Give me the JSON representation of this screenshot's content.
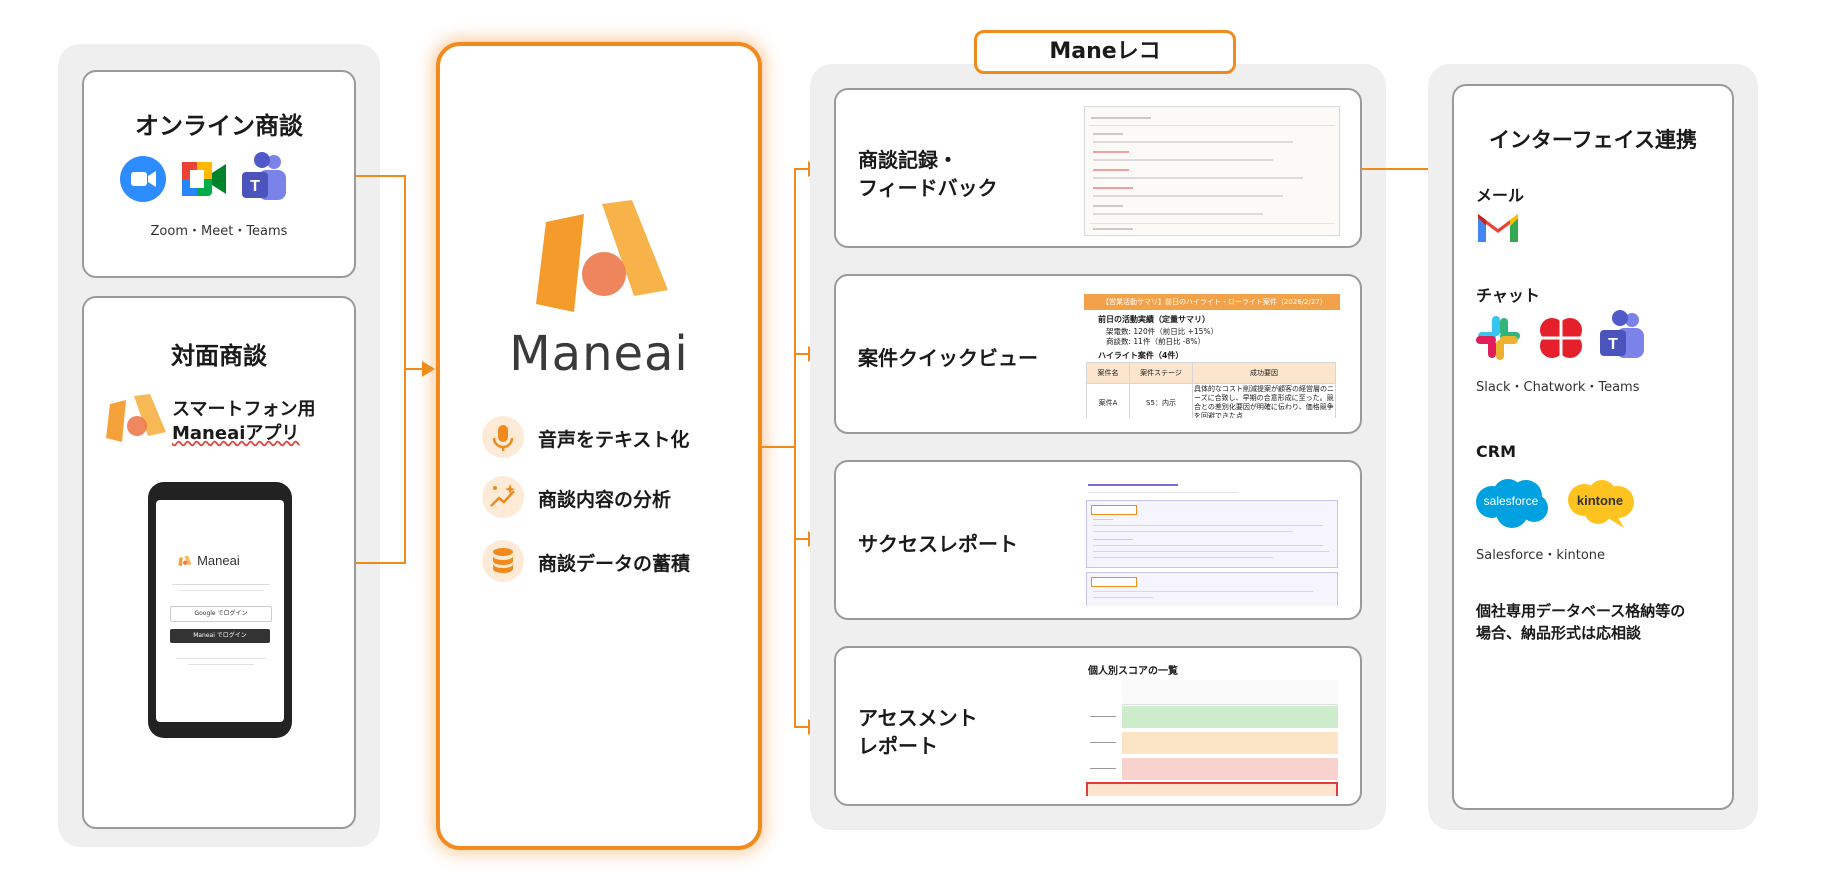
{
  "colors": {
    "accent": "#f08a1c",
    "panel": "#efefef"
  },
  "left": {
    "online": {
      "title": "オンライン商談",
      "caption": "Zoom・Meet・Teams",
      "icons": [
        "zoom-icon",
        "google-meet-icon",
        "teams-icon"
      ]
    },
    "inperson": {
      "title": "対面商談",
      "app_line1": "スマートフォン用",
      "app_line2": "Maneaiアプリ",
      "phone": {
        "logo": "Maneai",
        "google_btn": "Google でログイン",
        "second_btn": "Maneai でログイン"
      }
    }
  },
  "center": {
    "brand": "Maneai",
    "features": [
      {
        "icon": "microphone-icon",
        "label": "音声をテキスト化"
      },
      {
        "icon": "sparkle-chart-icon",
        "label": "商談内容の分析"
      },
      {
        "icon": "database-icon",
        "label": "商談データの蓄積"
      }
    ]
  },
  "maneleco": {
    "tab": "Maneレコ",
    "items": [
      {
        "label_line1": "商談記録・",
        "label_line2": "フィードバック"
      },
      {
        "label_line1": "案件クイックビュー",
        "label_line2": "",
        "thumb": {
          "header": "【営業活動サマリ】前日のハイライト・ローライト案件（2026/2/27）",
          "sub": "前日の活動実績（定量サマリ）",
          "stat1": "架電数: 120件（前日比 +15%）",
          "stat2": "商談数: 11件（前日比 -8%）",
          "highlight": "ハイライト案件（4件）",
          "cols": [
            "案件名",
            "案件ステージ",
            "成功要因"
          ],
          "row": [
            "案件A",
            "S5：内示",
            "具体的なコスト削減提案が顧客の経営層のニーズに合致し、早期の合意形成に至った。競合との差別化要因が明確に伝わり、価格競争を回避できた点"
          ]
        }
      },
      {
        "label_line1": "サクセスレポート",
        "label_line2": ""
      },
      {
        "label_line1": "アセスメント",
        "label_line2": "レポート",
        "thumb": {
          "title": "個人別スコアの一覧"
        }
      }
    ]
  },
  "integration": {
    "title": "インターフェイス連携",
    "mail": {
      "label": "メール",
      "icon": "gmail-icon"
    },
    "chat": {
      "label": "チャット",
      "caption": "Slack・Chatwork・Teams",
      "icons": [
        "slack-icon",
        "chatwork-icon",
        "teams-icon"
      ]
    },
    "crm": {
      "label": "CRM",
      "caption": "Salesforce・kintone",
      "salesforce": "salesforce",
      "kintone": "kintone"
    },
    "note_line1": "個社専用データベース格納等の",
    "note_line2": "場合、納品形式は応相談"
  }
}
